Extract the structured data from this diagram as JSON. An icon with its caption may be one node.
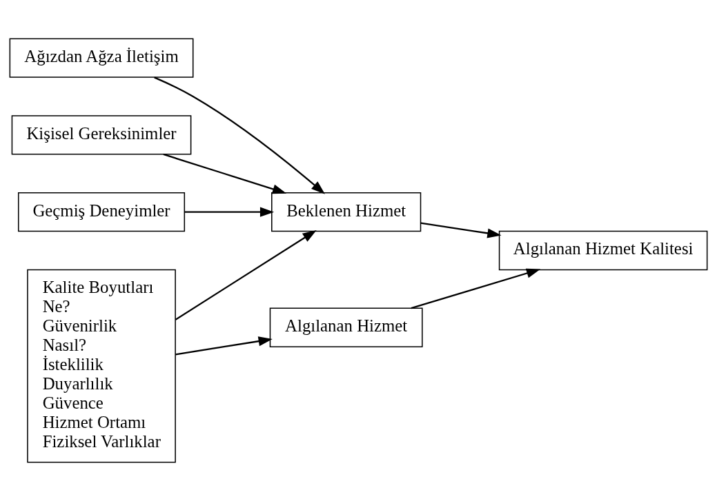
{
  "diagram": {
    "nodes": [
      {
        "text": [
          "Ağızdan Ağza İletişim"
        ]
      },
      {
        "text": [
          "Kişisel Gereksinimler"
        ]
      },
      {
        "text": [
          "Geçmiş Deneyimler"
        ]
      },
      {
        "text": [
          "Beklenen Hizmet"
        ]
      },
      {
        "text": [
          "Kalite Boyutları",
          "Ne?",
          "Güvenirlik",
          "Nasıl?",
          "İsteklilik",
          "Duyarlılık",
          "Güvence",
          "Hizmet Ortamı",
          "Fiziksel Varlıklar"
        ]
      },
      {
        "text": [
          "Algılanan Hizmet Kalitesi"
        ]
      },
      {
        "text": [
          "Algılanan Hizmet"
        ]
      }
    ],
    "edges": [
      {
        "from": 0,
        "to": 3,
        "arrow": "to"
      },
      {
        "from": 1,
        "to": 3,
        "arrow": "to"
      },
      {
        "from": 2,
        "to": 3,
        "arrow": "to"
      },
      {
        "from": 4,
        "to": 3,
        "arrow": "to"
      },
      {
        "from": 4,
        "to": 6,
        "arrow": "to"
      },
      {
        "from": 3,
        "to": 5,
        "arrow": "to"
      },
      {
        "from": 6,
        "to": 5,
        "arrow": "to"
      }
    ]
  }
}
